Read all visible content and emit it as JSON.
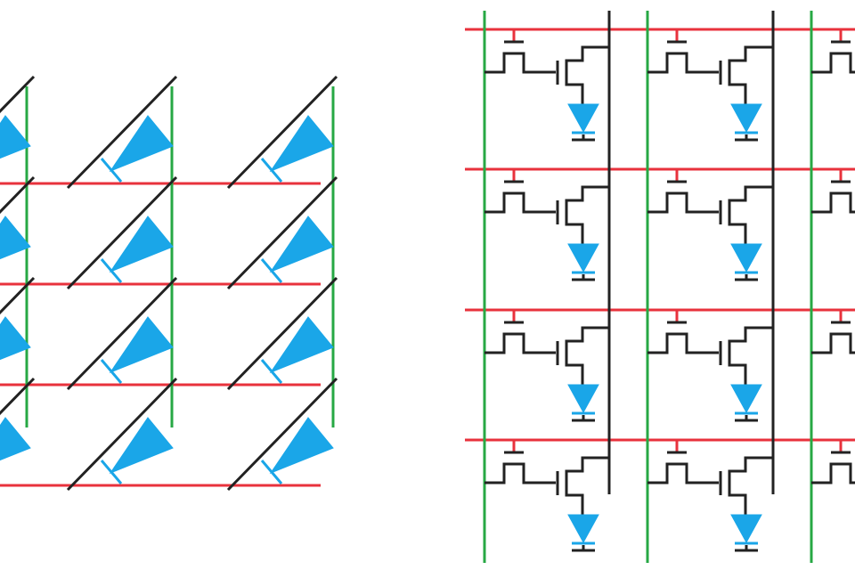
{
  "diagram": {
    "panels": [
      {
        "kind": "passive-matrix",
        "columns_visible": 3,
        "rows": 4,
        "cut_off_left": true
      },
      {
        "kind": "active-matrix",
        "columns_visible": 3,
        "rows": 4,
        "cut_off_right": true
      }
    ]
  },
  "colors": {
    "row_line": "#e8323c",
    "column_line": "#27a844",
    "wire": "#222222",
    "led": "#1aa6e8",
    "background": "#ffffff"
  }
}
